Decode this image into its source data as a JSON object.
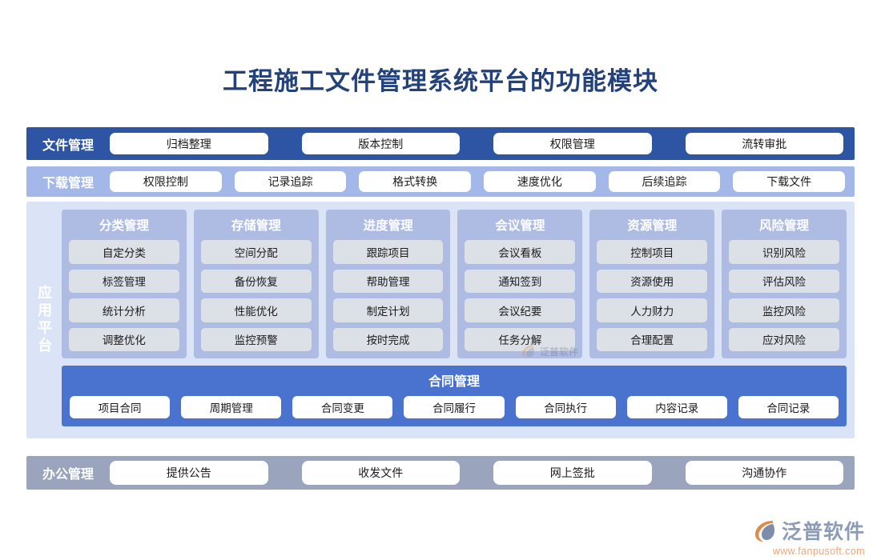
{
  "title": "工程施工文件管理系统平台的功能模块",
  "colors": {
    "title_text": "#23417a",
    "file_row_bg": "#2d55a3",
    "download_row_bg": "#a3b8e8",
    "platform_bg": "#dbe4f7",
    "column_bg": "#aebbe3",
    "chip_bg": "#dce0e7",
    "contract_bg": "#4a73cf",
    "office_row_bg": "#9aa5bd",
    "logo_word": "#8e9bb5",
    "logo_url": "#e8a87c"
  },
  "file_row": {
    "label": "文件管理",
    "items": [
      "归档整理",
      "版本控制",
      "权限管理",
      "流转审批"
    ]
  },
  "download_row": {
    "label": "下载管理",
    "items": [
      "权限控制",
      "记录追踪",
      "格式转换",
      "速度优化",
      "后续追踪",
      "下载文件"
    ]
  },
  "platform": {
    "label": "应用平台",
    "columns": [
      {
        "title": "分类管理",
        "items": [
          "自定分类",
          "标签管理",
          "统计分析",
          "调整优化"
        ]
      },
      {
        "title": "存储管理",
        "items": [
          "空间分配",
          "备份恢复",
          "性能优化",
          "监控预警"
        ]
      },
      {
        "title": "进度管理",
        "items": [
          "跟踪项目",
          "帮助管理",
          "制定计划",
          "按时完成"
        ]
      },
      {
        "title": "会议管理",
        "items": [
          "会议看板",
          "通知签到",
          "会议纪要",
          "任务分解"
        ]
      },
      {
        "title": "资源管理",
        "items": [
          "控制项目",
          "资源使用",
          "人力财力",
          "合理配置"
        ]
      },
      {
        "title": "风险管理",
        "items": [
          "识别风险",
          "评估风险",
          "监控风险",
          "应对风险"
        ]
      }
    ],
    "contract": {
      "title": "合同管理",
      "items": [
        "项目合同",
        "周期管理",
        "合同变更",
        "合同履行",
        "合同执行",
        "内容记录",
        "合同记录"
      ]
    }
  },
  "office_row": {
    "label": "办公管理",
    "items": [
      "提供公告",
      "收发文件",
      "网上签批",
      "沟通协作"
    ]
  },
  "watermark": {
    "text": "泛普软件"
  },
  "logo": {
    "word": "泛普软件",
    "url": "www.fanpusoft.com"
  }
}
